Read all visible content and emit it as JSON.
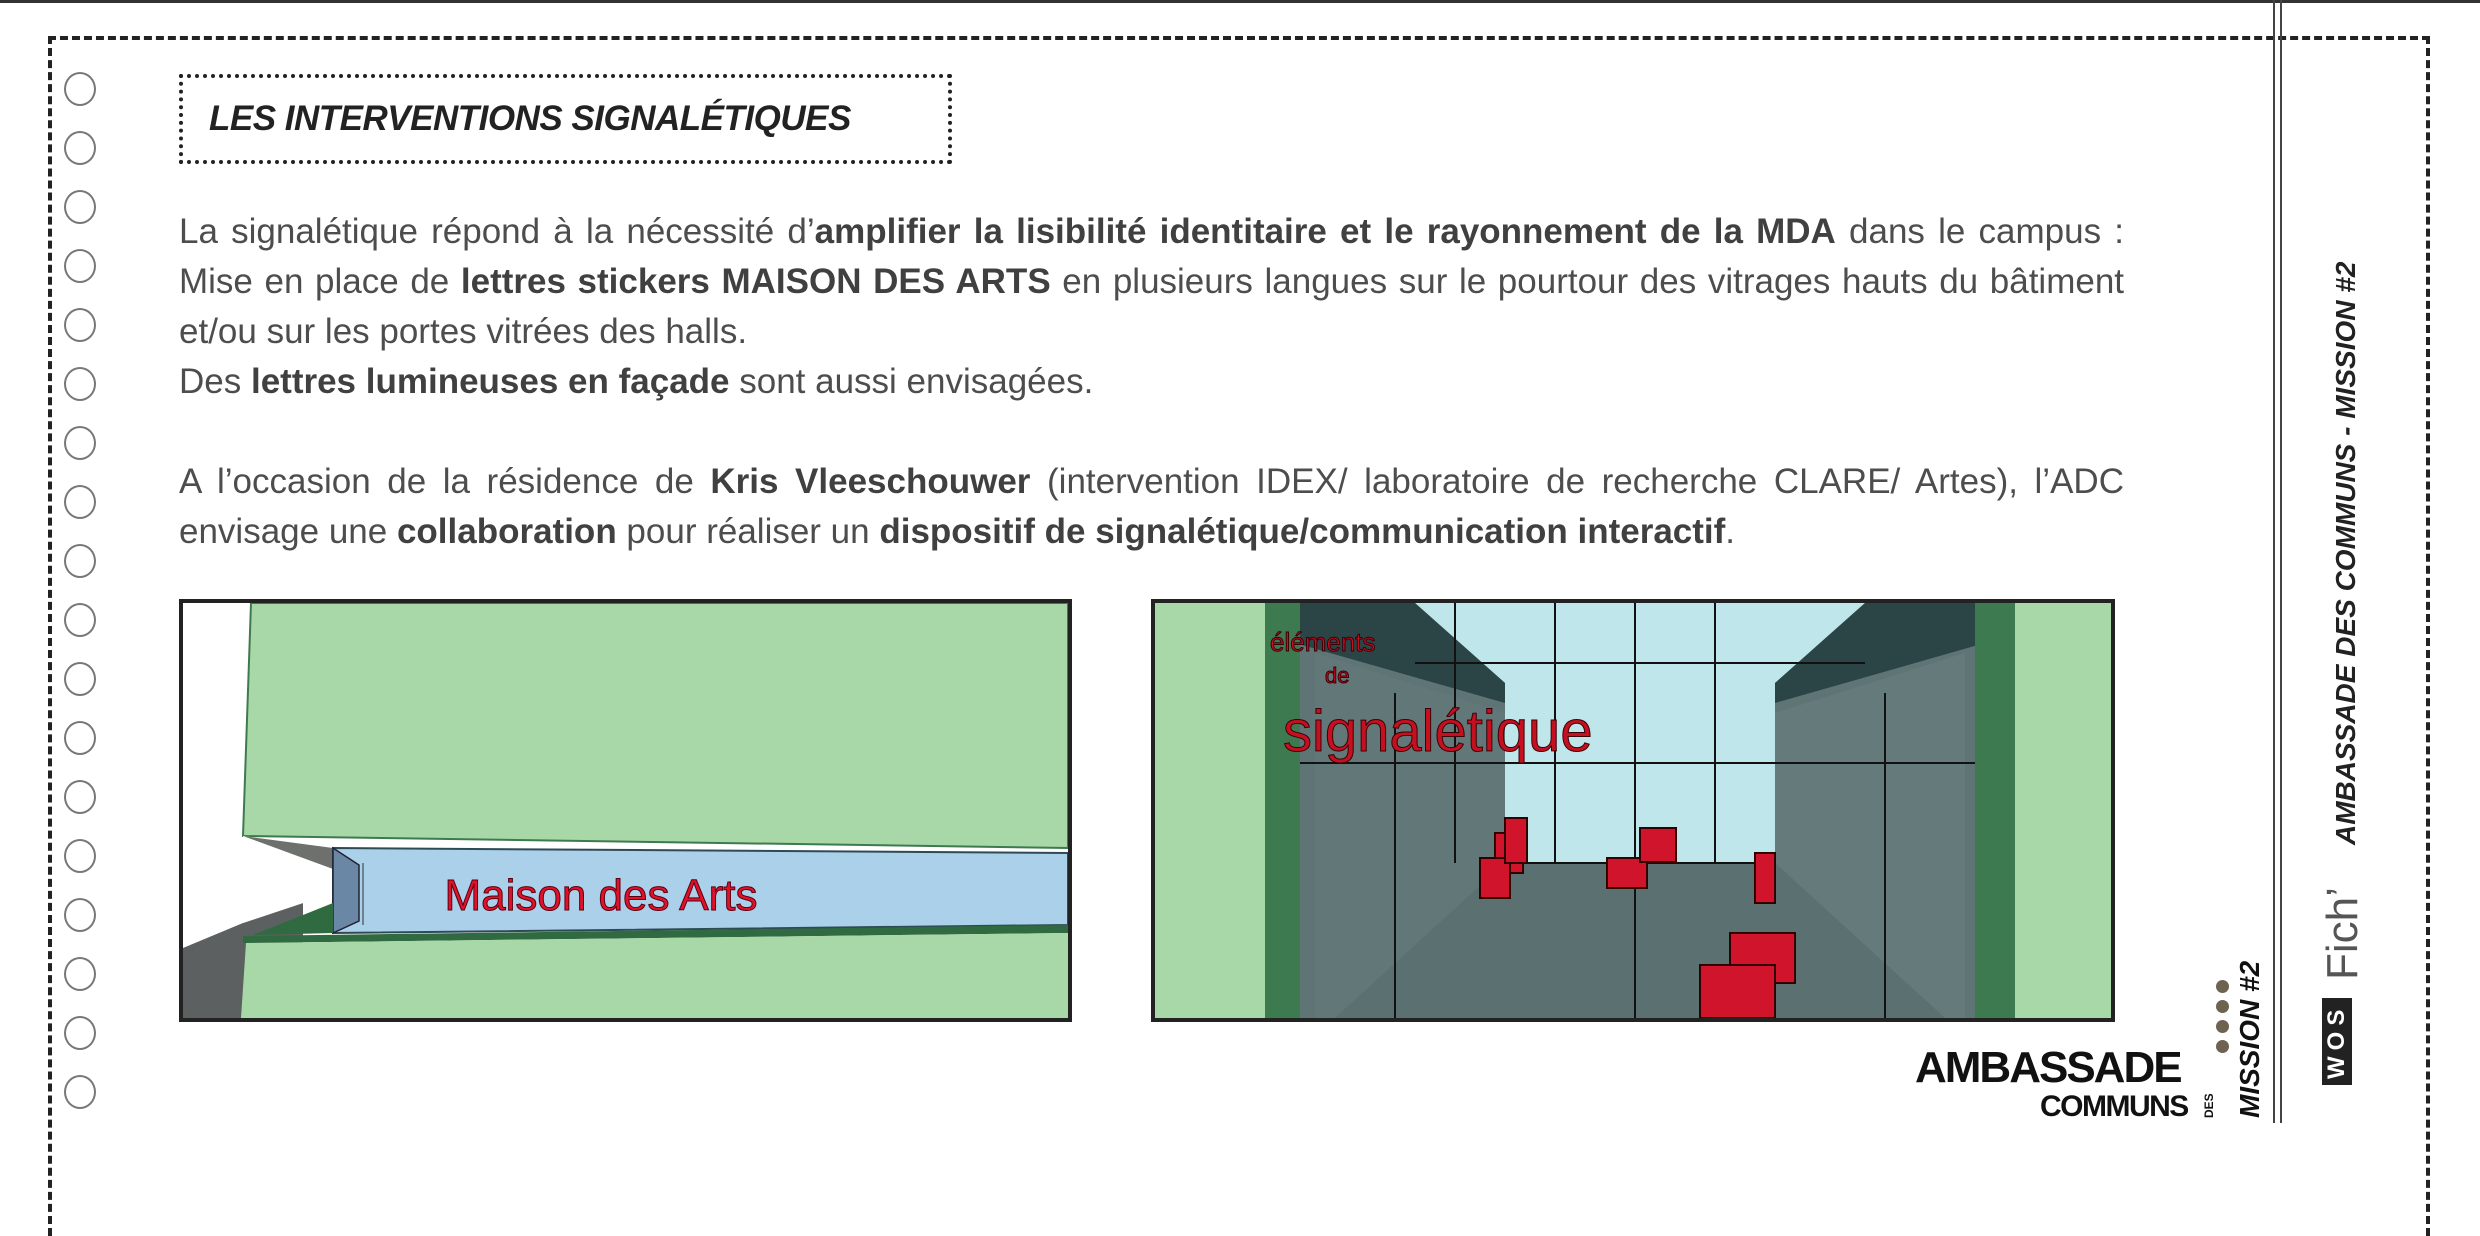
{
  "title": "LES INTERVENTIONS SIGNALÉTIQUES",
  "paragraph1": [
    {
      "t": "La signalétique répond à la nécessité d’",
      "b": false
    },
    {
      "t": "amplifier la lisibilité identitaire et le rayonnement de la MDA",
      "b": true
    },
    {
      "t": " dans le campus : Mise en place de ",
      "b": false
    },
    {
      "t": "lettres stickers MAISON DES ARTS",
      "b": true
    },
    {
      "t": " en plusieurs langues sur le pourtour des vitrages hauts du bâtiment et/ou sur les portes vitrées des halls.",
      "b": false
    }
  ],
  "paragraph1b": [
    {
      "t": "Des ",
      "b": false
    },
    {
      "t": "lettres lumineuses en façade",
      "b": true
    },
    {
      "t": " sont aussi envisagées.",
      "b": false
    }
  ],
  "paragraph2": [
    {
      "t": "A l’occasion de la résidence de ",
      "b": false
    },
    {
      "t": "Kris Vleeschouwer",
      "b": true
    },
    {
      "t": " (intervention IDEX/ laboratoire de recherche CLARE/ Artes), l’ADC envisage une ",
      "b": false
    },
    {
      "t": "collaboration",
      "b": true
    },
    {
      "t": " pour réaliser un ",
      "b": false
    },
    {
      "t": "dispositif de signalétique/communication interactif",
      "b": true
    },
    {
      "t": ".",
      "b": false
    }
  ],
  "image1": {
    "sign_text": "Maison des Arts"
  },
  "image2": {
    "line1": "éléments",
    "line2": "de",
    "line3": "signalétique"
  },
  "logo": {
    "main": "AMBASSADE",
    "small": "DES",
    "sub": "COMMUNS",
    "mission": "MISSION #2"
  },
  "sidebar": {
    "heading": "AMBASSADE DES COMMUNS - MISSION #2",
    "fich": "Fich’",
    "wos": "WOS"
  },
  "colors": {
    "green_light": "#a8d8a8",
    "green_dark": "#3e7a50",
    "sign_red": "#e0112b",
    "sky": "#bfe6ea"
  }
}
